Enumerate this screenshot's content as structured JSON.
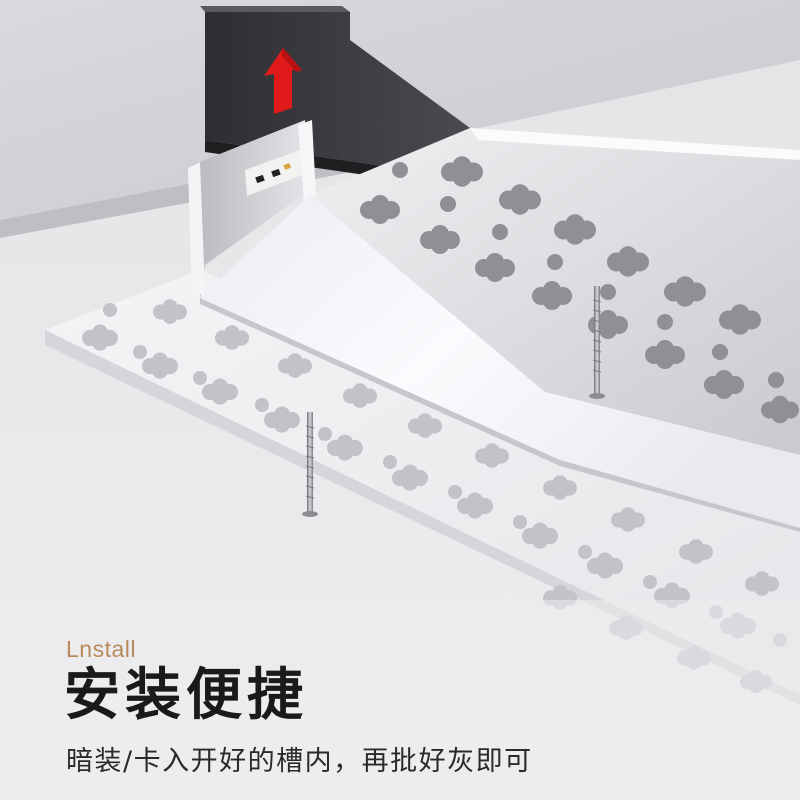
{
  "caption": {
    "tag": "Lnstall",
    "title": "安装便捷",
    "subtitle": "暗装/卡入开好的槽内，再批好灰即可"
  },
  "colors": {
    "background": "#e8e8ea",
    "ceiling_panel": "#d2d2d6",
    "aluminum": "#d9dadd",
    "aluminum_light": "#f2f2f4",
    "aluminum_dark": "#9ea0a6",
    "diffuser": "#f6f6fa",
    "bracket": "#3e3e42",
    "arrow": "#e01a1a",
    "tag": "#b88a5a",
    "title": "#1a1a1a"
  },
  "icons": {
    "install_arrow": "arrow-up-icon",
    "screw": "screw-icon",
    "vent_hole": "cloud-hole-icon"
  }
}
